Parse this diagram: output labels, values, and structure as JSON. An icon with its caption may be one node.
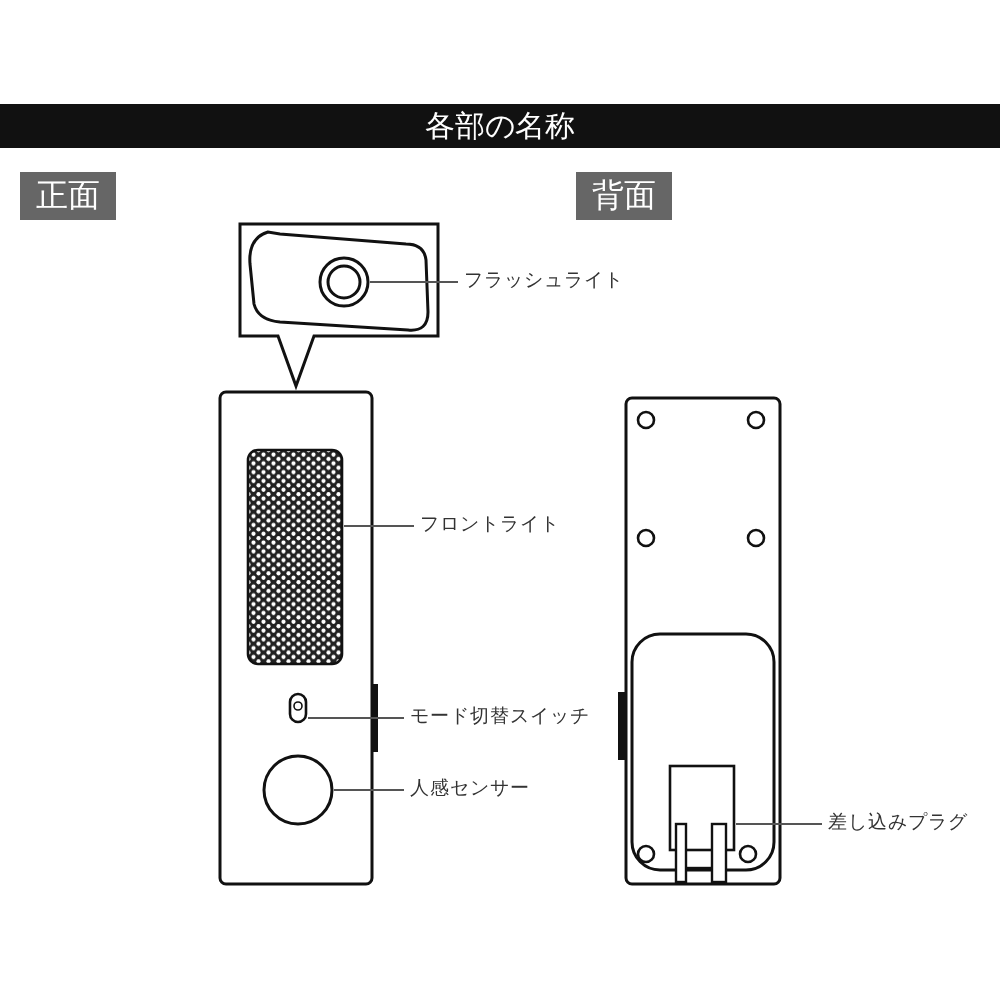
{
  "diagram": {
    "title": "各部の名称",
    "nodes": [
      {
        "text": [
          "正面"
        ]
      },
      {
        "text": [
          "背面"
        ]
      },
      {
        "text": [
          "フラッシュライト"
        ]
      },
      {
        "text": [],
        "shape": "circle"
      },
      {
        "text": [
          "フロントライト"
        ]
      },
      {
        "text": [],
        "shape": "box"
      },
      {
        "text": [
          "モード切替スイッチ"
        ]
      },
      {
        "text": [],
        "shape": "box"
      },
      {
        "text": [
          "人感センサー"
        ]
      },
      {
        "text": [],
        "shape": "circle"
      },
      {
        "text": [
          "差し込みプラグ"
        ]
      },
      {
        "text": [],
        "shape": "box"
      }
    ],
    "edges": [
      {
        "from": 2,
        "to": 3,
        "arrow": "none"
      },
      {
        "from": 4,
        "to": 5,
        "arrow": "none"
      },
      {
        "from": 6,
        "to": 7,
        "arrow": "none"
      },
      {
        "from": 8,
        "to": 9,
        "arrow": "none"
      },
      {
        "from": 10,
        "to": 11,
        "arrow": "none"
      }
    ]
  }
}
